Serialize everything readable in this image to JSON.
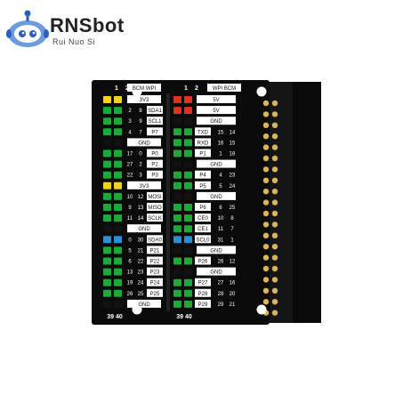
{
  "brand": {
    "name": "RNSbot",
    "subtitle": "Rui  Nuo Si"
  },
  "board": {
    "top_pin_numbers": [
      "1",
      "2"
    ],
    "top_pin_numbers_right": [
      "1",
      "2"
    ],
    "bottom_pin_numbers": [
      "39 40"
    ],
    "bottom_pin_numbers_right": [
      "39 40"
    ],
    "left_header": "BCM WPI",
    "right_header": "WPI BCM",
    "left_rows": [
      {
        "bcm": "",
        "wpi": "",
        "name": "3V3"
      },
      {
        "bcm": "2",
        "wpi": "8",
        "name": "SDA1"
      },
      {
        "bcm": "3",
        "wpi": "9",
        "name": "SCL1"
      },
      {
        "bcm": "4",
        "wpi": "7",
        "name": "P7"
      },
      {
        "bcm": "",
        "wpi": "",
        "name": "GND"
      },
      {
        "bcm": "17",
        "wpi": "0",
        "name": "P0"
      },
      {
        "bcm": "27",
        "wpi": "2",
        "name": "P2"
      },
      {
        "bcm": "22",
        "wpi": "3",
        "name": "P3"
      },
      {
        "bcm": "",
        "wpi": "",
        "name": "3V3"
      },
      {
        "bcm": "10",
        "wpi": "12",
        "name": "MOSI"
      },
      {
        "bcm": "9",
        "wpi": "13",
        "name": "MISO"
      },
      {
        "bcm": "11",
        "wpi": "14",
        "name": "SCLK"
      },
      {
        "bcm": "",
        "wpi": "",
        "name": "GND"
      },
      {
        "bcm": "0",
        "wpi": "30",
        "name": "SDA0"
      },
      {
        "bcm": "5",
        "wpi": "21",
        "name": "P21"
      },
      {
        "bcm": "6",
        "wpi": "22",
        "name": "P22"
      },
      {
        "bcm": "13",
        "wpi": "23",
        "name": "P23"
      },
      {
        "bcm": "19",
        "wpi": "24",
        "name": "P24"
      },
      {
        "bcm": "26",
        "wpi": "25",
        "name": "P25"
      },
      {
        "bcm": "",
        "wpi": "",
        "name": "GND"
      }
    ],
    "right_rows": [
      {
        "name": "5V",
        "wpi": "",
        "bcm": ""
      },
      {
        "name": "5V",
        "wpi": "",
        "bcm": ""
      },
      {
        "name": "GND",
        "wpi": "",
        "bcm": ""
      },
      {
        "name": "TXD",
        "wpi": "15",
        "bcm": "14"
      },
      {
        "name": "RXD",
        "wpi": "16",
        "bcm": "15"
      },
      {
        "name": "P1",
        "wpi": "1",
        "bcm": "18"
      },
      {
        "name": "GND",
        "wpi": "",
        "bcm": ""
      },
      {
        "name": "P4",
        "wpi": "4",
        "bcm": "23"
      },
      {
        "name": "P5",
        "wpi": "5",
        "bcm": "24"
      },
      {
        "name": "GND",
        "wpi": "",
        "bcm": ""
      },
      {
        "name": "P6",
        "wpi": "6",
        "bcm": "25"
      },
      {
        "name": "CE0",
        "wpi": "10",
        "bcm": "8"
      },
      {
        "name": "CE1",
        "wpi": "11",
        "bcm": "7"
      },
      {
        "name": "SCL0",
        "wpi": "31",
        "bcm": "1"
      },
      {
        "name": "GND",
        "wpi": "",
        "bcm": ""
      },
      {
        "name": "P26",
        "wpi": "26",
        "bcm": "12"
      },
      {
        "name": "GND",
        "wpi": "",
        "bcm": ""
      },
      {
        "name": "P27",
        "wpi": "27",
        "bcm": "16"
      },
      {
        "name": "P28",
        "wpi": "28",
        "bcm": "20"
      },
      {
        "name": "P29",
        "wpi": "29",
        "bcm": "21"
      }
    ],
    "colors": {
      "pcb": "#0b0b0b",
      "pin_green": "#1fa83a",
      "pin_red": "#e03020",
      "pin_yellow": "#f2d21a",
      "pin_blue": "#2a8fd6",
      "pin_black": "#111111",
      "gold": "#d9b45a"
    }
  }
}
